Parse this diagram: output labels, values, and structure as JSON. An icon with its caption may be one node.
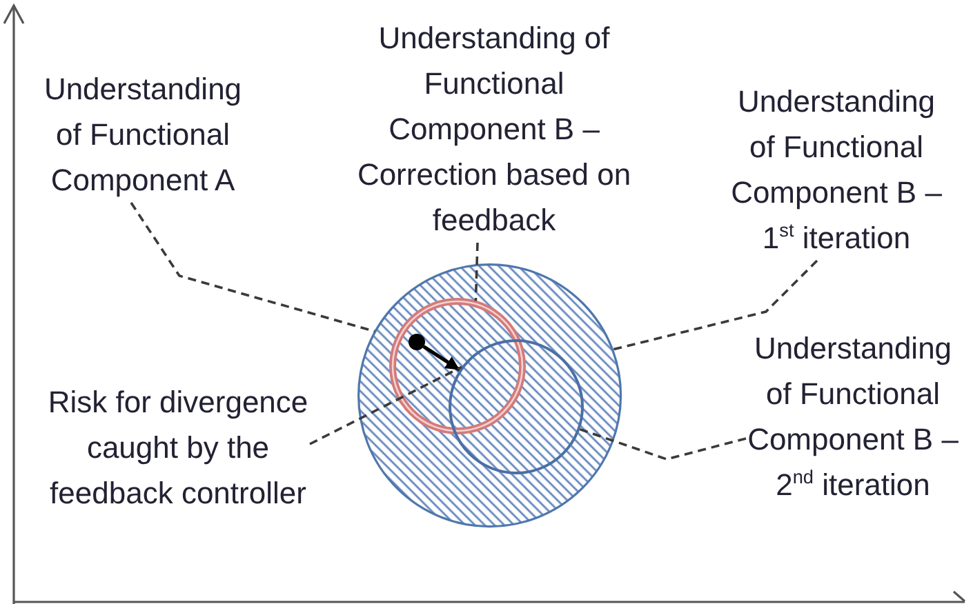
{
  "diagram": {
    "nodes": [
      {
        "text": [
          "Understanding of Functional Component A"
        ]
      },
      {
        "text": [
          "Understanding of Functional Component B – Correction based on feedback"
        ]
      },
      {
        "text": [
          "Understanding of Functional Component B – 1$^{st}$ iteration"
        ]
      },
      {
        "text": [],
        "shape": "circle"
      },
      {
        "text": [],
        "shape": "circle",
        "in": 3
      },
      {
        "text": [],
        "shape": "circle",
        "in": 4
      },
      {
        "text": [],
        "shape": "circle",
        "in": 3
      },
      {
        "text": [
          "Risk for divergence caught by the feedback controller"
        ]
      },
      {
        "text": [
          "Understanding of Functional Component B – 2$^{nd}$ iteration"
        ]
      }
    ],
    "edges": [
      {
        "from": 0,
        "to": 3,
        "arrow": "none",
        "style": "dashed"
      },
      {
        "from": 1,
        "to": 4,
        "arrow": "none",
        "style": "dashed"
      },
      {
        "from": 2,
        "to": 3,
        "arrow": "none",
        "style": "dashed"
      },
      {
        "from": 5,
        "to": 6,
        "arrow": "to"
      },
      {
        "from": 7,
        "to": 6,
        "arrow": "none",
        "style": "dashed"
      },
      {
        "from": 8,
        "to": 6,
        "arrow": "none",
        "style": "dashed"
      }
    ]
  }
}
